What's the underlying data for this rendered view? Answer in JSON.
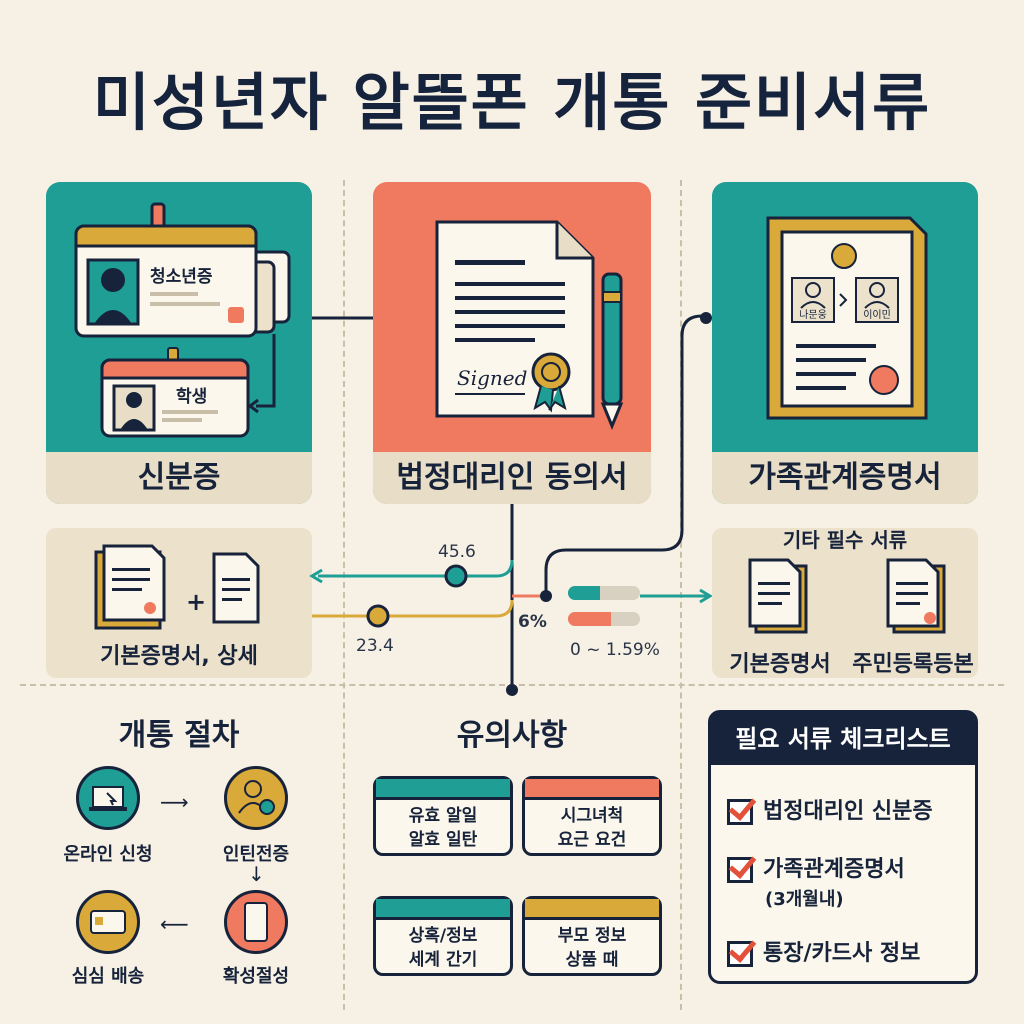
{
  "title": "미성년자 알뜰폰 개통 준비서류",
  "cards": {
    "id_card": {
      "label": "신분증",
      "card1_text": "청소년증",
      "card2_text": "학생"
    },
    "consent": {
      "label": "법정대리인 동의서",
      "signature": "Signed"
    },
    "family": {
      "label": "가족관계증명서",
      "person1": "나문웅",
      "person2": "이이민"
    }
  },
  "basic_cert": {
    "label": "기본증명서, 상세"
  },
  "other_docs": {
    "title": "기타 필수 서류",
    "doc1": "기본증명서",
    "doc2": "주민등록등본"
  },
  "connector": {
    "value_top": "45.6",
    "value_bottom": "23.4",
    "pct_label": "6%",
    "range_label": "0 ~ 1.59%",
    "progress_top": 0.45,
    "progress_bottom": 0.6
  },
  "procedure": {
    "title": "개통 절차",
    "steps": [
      "온라인 신청",
      "인틴전증",
      "확성절성",
      "심심 배송"
    ]
  },
  "cautions": {
    "title": "유의사항",
    "notes": [
      [
        "유효 알일",
        "알효 일탄"
      ],
      [
        "시그녀척",
        "요근 요건"
      ],
      [
        "상혹/정보",
        "세계 간기"
      ],
      [
        "부모 정보",
        "상품 때"
      ]
    ]
  },
  "checklist": {
    "title": "필요 서류 체크리스트",
    "items": [
      "법정대리인 신분증",
      "가족관계증명서",
      "통장/카드사 정보"
    ],
    "item2_note": "(3개월내)"
  },
  "colors": {
    "teal": "#1f9e95",
    "coral": "#ef7a5f",
    "navy": "#17233a",
    "gold": "#d9a93a",
    "cream": "#f6f1e4"
  }
}
